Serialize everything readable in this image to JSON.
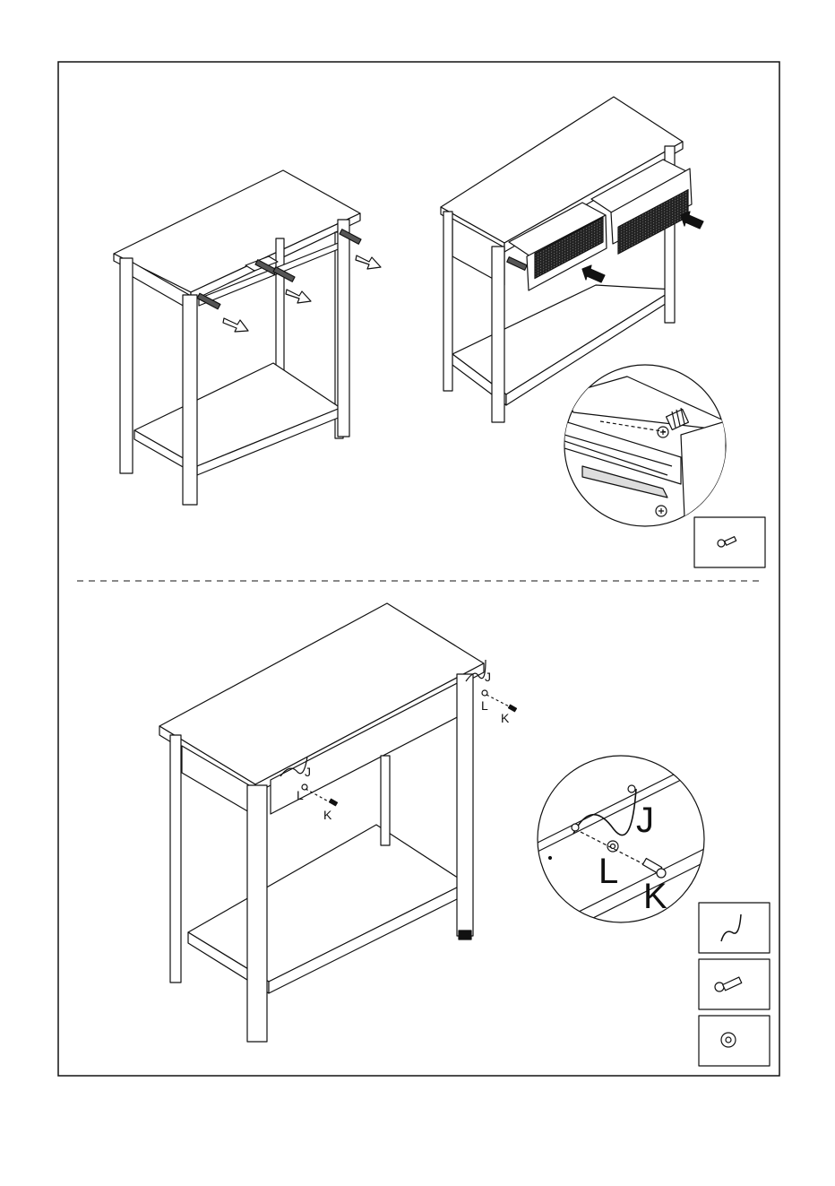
{
  "page": {
    "type": "assembly-instructions"
  },
  "step_top": {
    "left_figure": "console-table-frame-with-drawer-slides",
    "right_figure": "console-table-with-two-drawers-inserted",
    "detail_view": "drawer-slide-and-screw-closeup",
    "part_icons": [
      "screw-icon"
    ]
  },
  "step_bottom": {
    "labels": {
      "bracket_right": "J",
      "washer_right": "L",
      "screw_right": "K",
      "bracket_left": "J",
      "washer_left": "L",
      "screw_left": "K",
      "detail_bracket": "J",
      "detail_washer": "L",
      "detail_screw": "K"
    },
    "part_icons": [
      "wall-bracket-icon",
      "wood-screw-icon",
      "washer-icon"
    ]
  }
}
